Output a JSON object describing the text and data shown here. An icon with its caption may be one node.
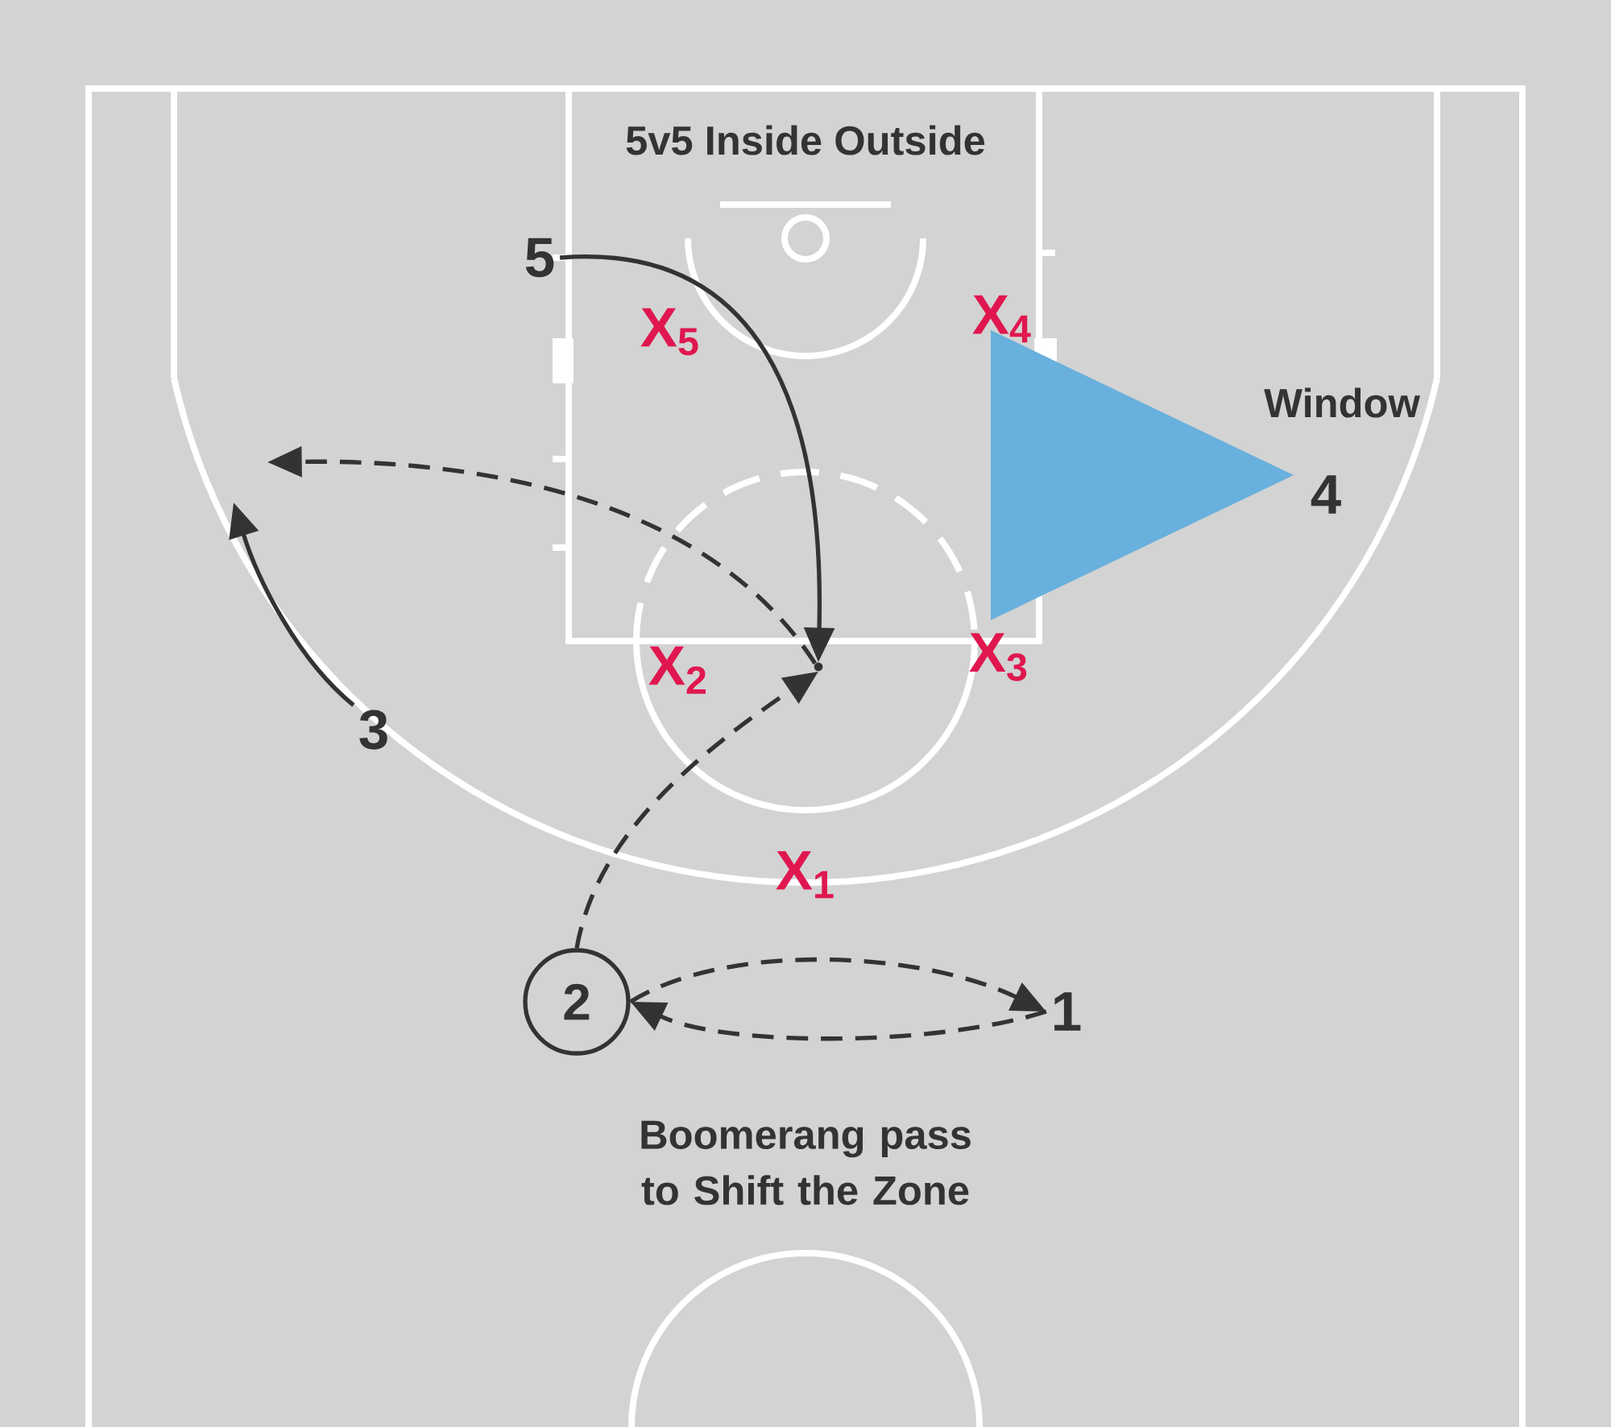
{
  "diagram": {
    "title": "5v5 Inside Outside",
    "caption": "Boomerang pass to Shift the Zone",
    "nodes": [
      {
        "text": [
          "5"
        ]
      },
      {
        "text": [
          "Window"
        ]
      },
      {
        "text": [
          "4"
        ]
      },
      {
        "text": [],
        "shape": "point"
      },
      {
        "text": [
          "3"
        ]
      },
      {
        "text": [
          "2"
        ]
      },
      {
        "text": [
          "1"
        ]
      }
    ],
    "edges": [
      {
        "from": 0,
        "to": 3,
        "arrow": "to"
      },
      {
        "from": 4,
        "to": null,
        "arrow": "to"
      },
      {
        "from": 3,
        "to": null,
        "arrow": "to",
        "style": "dashed"
      },
      {
        "from": 5,
        "to": 3,
        "arrow": "to",
        "style": "dashed"
      },
      {
        "from": 5,
        "to": 6,
        "arrow": "to",
        "style": "dashed"
      },
      {
        "from": 6,
        "to": 5,
        "arrow": "to",
        "style": "dashed"
      }
    ],
    "labels": [
      "X$_{5}$",
      "X$_{4}$",
      "X$_{2}$",
      "X$_{3}$",
      "X$_{1}$"
    ]
  }
}
